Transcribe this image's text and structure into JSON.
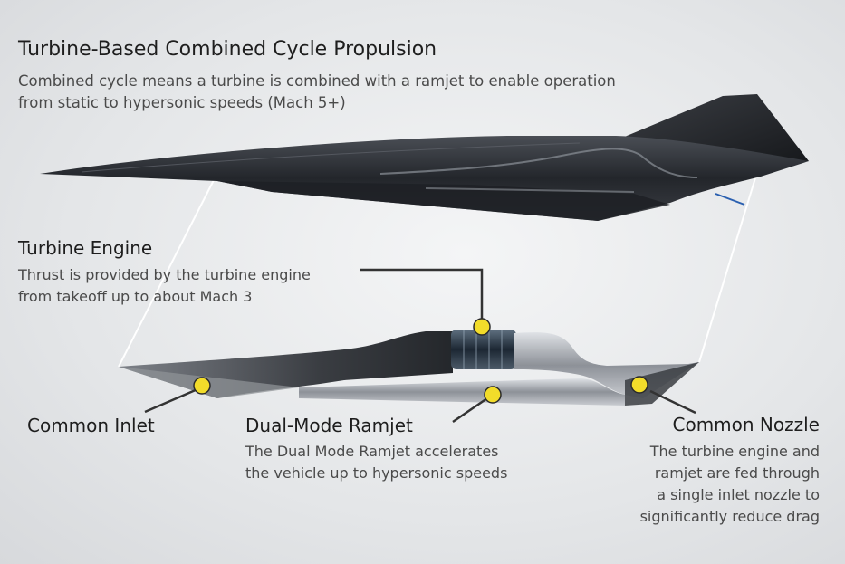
{
  "header": {
    "title": "Turbine-Based Combined Cycle Propulsion",
    "subtitle": "Combined cycle means a turbine is combined with a ramjet to enable operation from static to hypersonic speeds (Mach 5+)"
  },
  "sections": {
    "turbine_engine": {
      "title": "Turbine Engine",
      "description": "Thrust is provided by the turbine engine\nfrom takeoff up to about Mach 3"
    },
    "common_inlet": {
      "title": "Common Inlet"
    },
    "dual_mode_ramjet": {
      "title": "Dual-Mode Ramjet",
      "description": "The Dual Mode Ramjet accelerates\nthe vehicle up to hypersonic speeds"
    },
    "common_nozzle": {
      "title": "Common Nozzle",
      "description": "The turbine engine and\nramjet are fed through\na single inlet nozzle to\nsignificantly reduce drag"
    }
  },
  "colors": {
    "marker": "#f2dc2a",
    "aircraft_body": "#2b2e33",
    "background": "#e6e8ea"
  },
  "icons": [
    "aircraft-illustration",
    "engine-cutaway-illustration",
    "callout-marker"
  ]
}
